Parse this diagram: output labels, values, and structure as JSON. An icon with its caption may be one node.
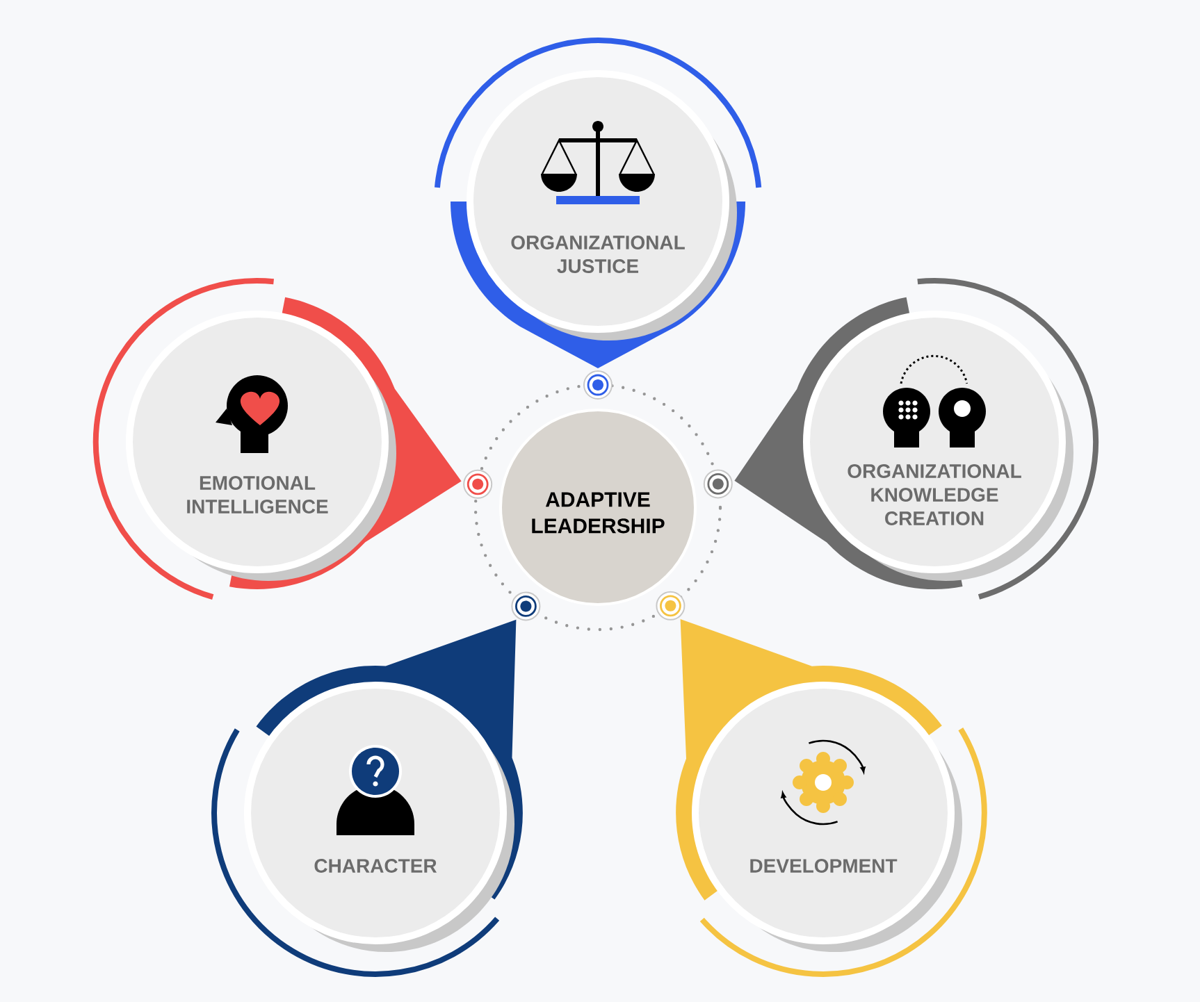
{
  "diagram": {
    "nodes": [
      {
        "text": [
          "ORGANIZATIONAL JUSTICE"
        ]
      },
      {
        "text": [
          "EMOTIONAL INTELLIGENCE"
        ]
      },
      {
        "text": [
          "ADAPTIVE LEADERSHIP"
        ]
      },
      {
        "text": [
          "ORGANIZATIONAL KNOWLEDGE CREATION"
        ]
      },
      {
        "text": [
          "CHARACTER"
        ]
      },
      {
        "text": [
          "DEVELOPMENT"
        ]
      }
    ]
  }
}
